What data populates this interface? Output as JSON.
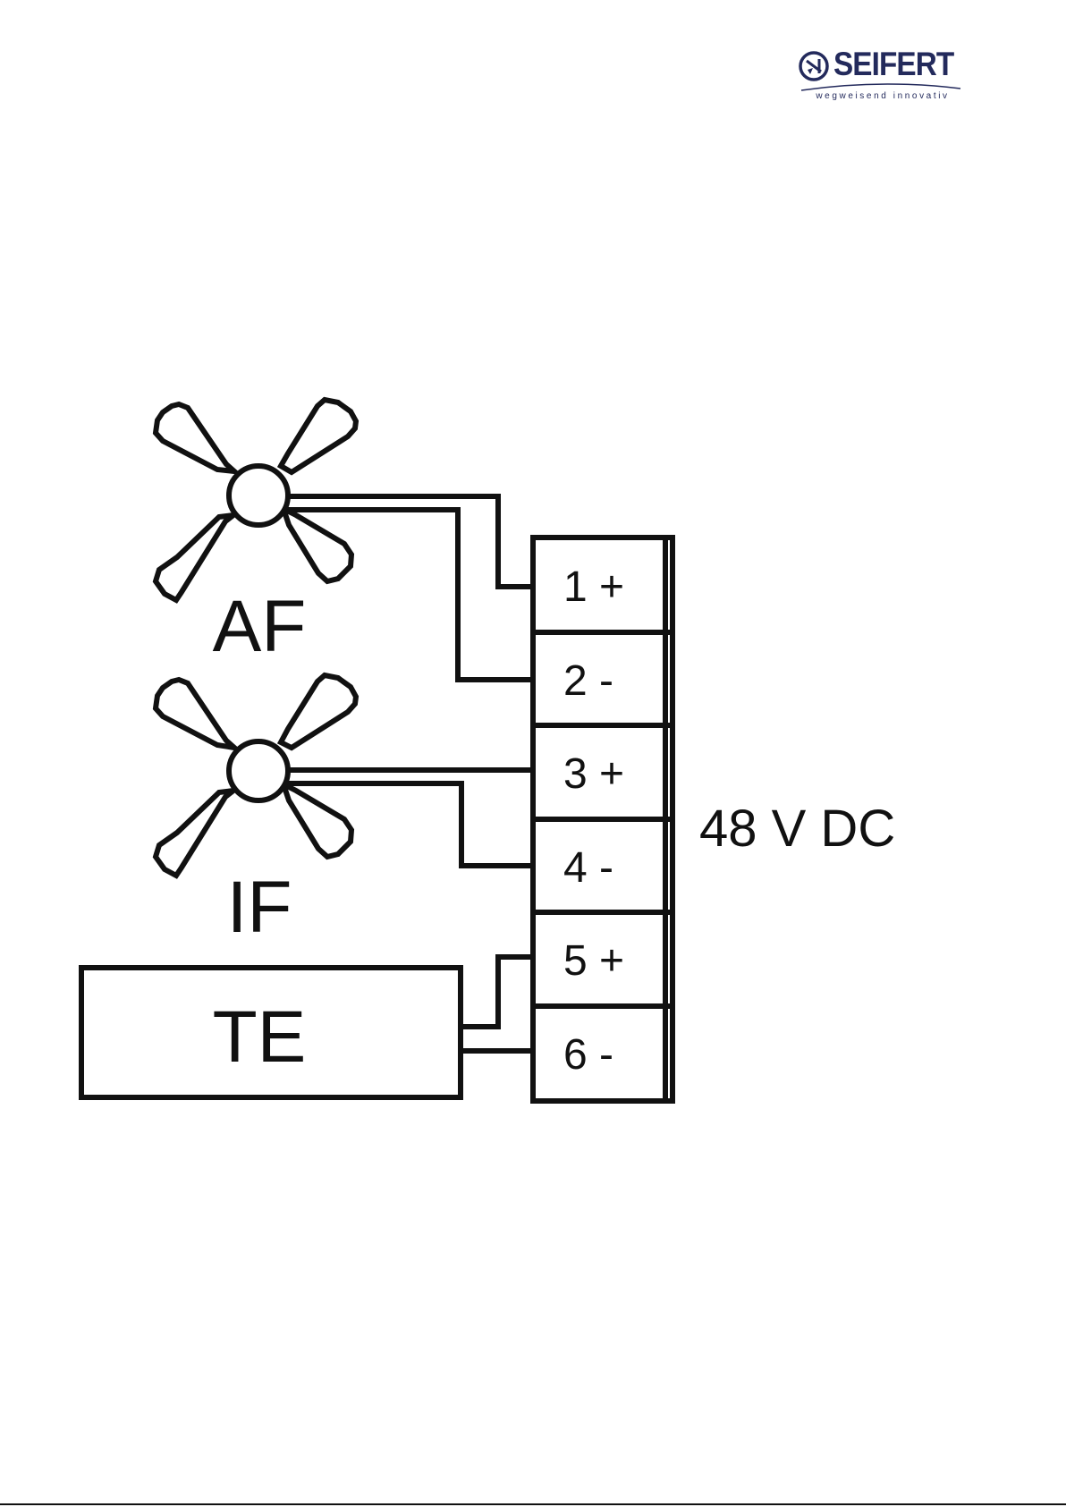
{
  "logo": {
    "name": "SEIFERT",
    "tagline": "wegweisend innovativ"
  },
  "colors": {
    "brand": "#232a5c",
    "line": "#111111"
  },
  "diagram": {
    "fans": [
      {
        "label": "AF"
      },
      {
        "label": "IF"
      }
    ],
    "sensor": {
      "label": "TE"
    },
    "terminals": [
      {
        "label": "1 +"
      },
      {
        "label": "2 -"
      },
      {
        "label": "3 +"
      },
      {
        "label": "4 -"
      },
      {
        "label": "5 +"
      },
      {
        "label": "6 -"
      }
    ],
    "supply_label": "48 V DC"
  }
}
